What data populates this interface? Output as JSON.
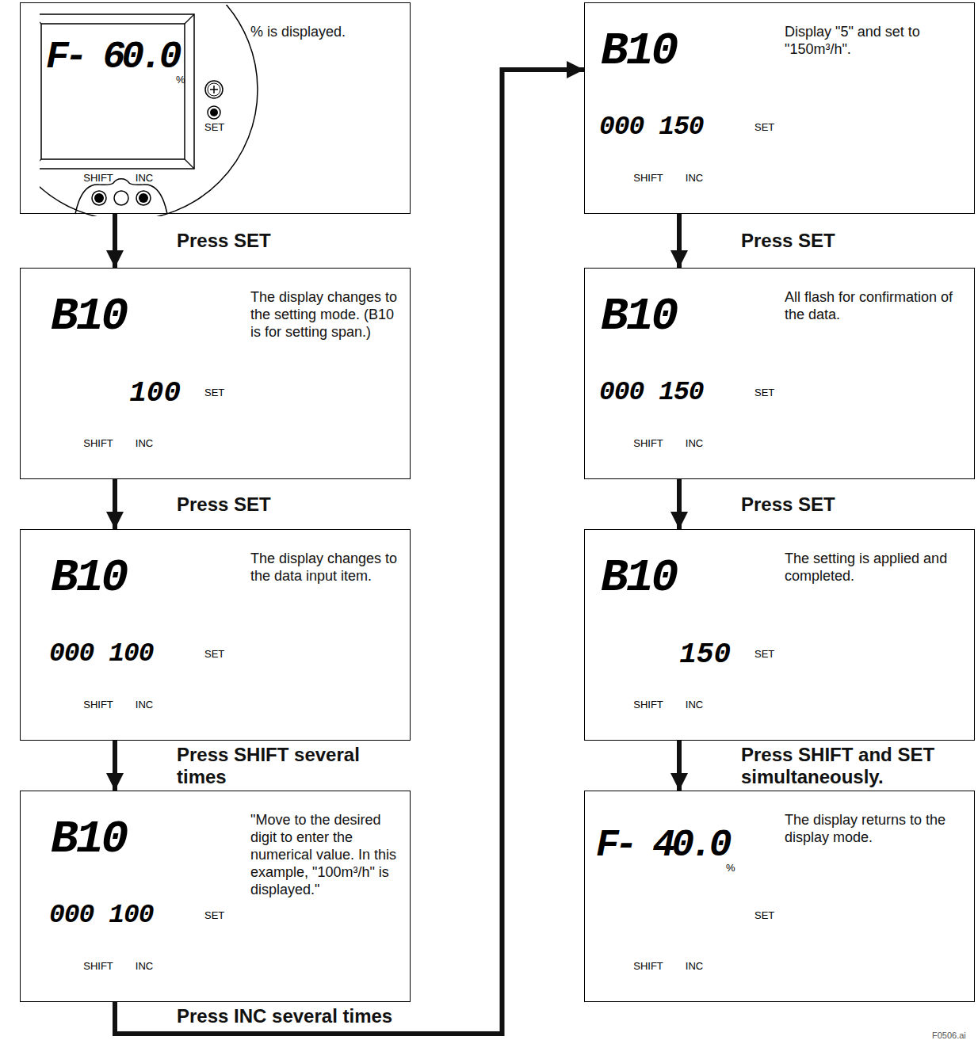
{
  "diagram": {
    "nodes": [
      {
        "text": [
          "% is displayed."
        ]
      },
      {
        "text": [
          "The display changes to the setting mode. (B10 is for setting span.)"
        ]
      },
      {
        "text": [
          "The display changes to the data input item."
        ]
      },
      {
        "text": [
          "\"Move to the desired digit to enter the numerical value. In this example, \"100m³/h\" is displayed.\""
        ]
      },
      {
        "text": [
          "Display \"5\" and set to \"150m³/h\"."
        ]
      },
      {
        "text": [
          "All flash for confirmation of the data."
        ]
      },
      {
        "text": [
          "The setting is applied and completed."
        ]
      },
      {
        "text": [
          "The display returns to the display mode."
        ]
      }
    ],
    "edges": [
      {
        "from": 0,
        "to": 1,
        "arrow": "to",
        "label": "Press SET"
      },
      {
        "from": 1,
        "to": 2,
        "arrow": "to",
        "label": "Press SET"
      },
      {
        "from": 2,
        "to": 3,
        "arrow": "to",
        "label": "Press SHIFT several times"
      },
      {
        "from": 3,
        "to": 4,
        "arrow": "to",
        "label": "Press INC several times"
      },
      {
        "from": 4,
        "to": 5,
        "arrow": "to",
        "label": "Press SET"
      },
      {
        "from": 5,
        "to": 6,
        "arrow": "to",
        "label": "Press SET"
      },
      {
        "from": 6,
        "to": 7,
        "arrow": "to",
        "label": "Press SHIFT and SET simultaneously."
      }
    ],
    "labels": [
      "F- 60.0",
      "%",
      "SET",
      "SHIFT",
      "INC",
      "B10",
      "100",
      "SET",
      "SHIFT",
      "INC",
      "B10",
      "000 100",
      "SET",
      "SHIFT",
      "INC",
      "B10",
      "000 100",
      "SET",
      "SHIFT",
      "INC",
      "B10",
      "000 150",
      "SET",
      "SHIFT",
      "INC",
      "B10",
      "000 150",
      "SET",
      "SHIFT",
      "INC",
      "B10",
      "150",
      "SET",
      "SHIFT",
      "INC",
      "F- 40.0",
      "%",
      "SET",
      "SHIFT",
      "INC",
      "F0506.ai"
    ]
  }
}
